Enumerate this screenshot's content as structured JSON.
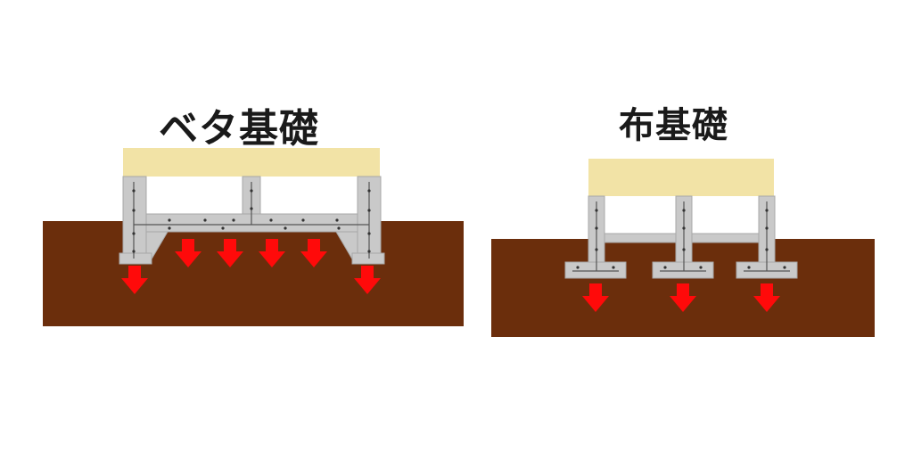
{
  "diagrams": [
    {
      "title": "ベタ基礎",
      "colors": {
        "soil": "#6b2e0c",
        "floor": "#f2e3a6",
        "concrete": "#c9c9c9",
        "concrete_edge": "#a9a9a9",
        "arrow": "#ff0a0a"
      },
      "load_arrow_count": 6
    },
    {
      "title": "布基礎",
      "colors": {
        "soil": "#6b2e0c",
        "floor": "#f2e3a6",
        "concrete": "#c9c9c9",
        "concrete_edge": "#a9a9a9",
        "arrow": "#ff0a0a"
      },
      "load_arrow_count": 3
    }
  ]
}
